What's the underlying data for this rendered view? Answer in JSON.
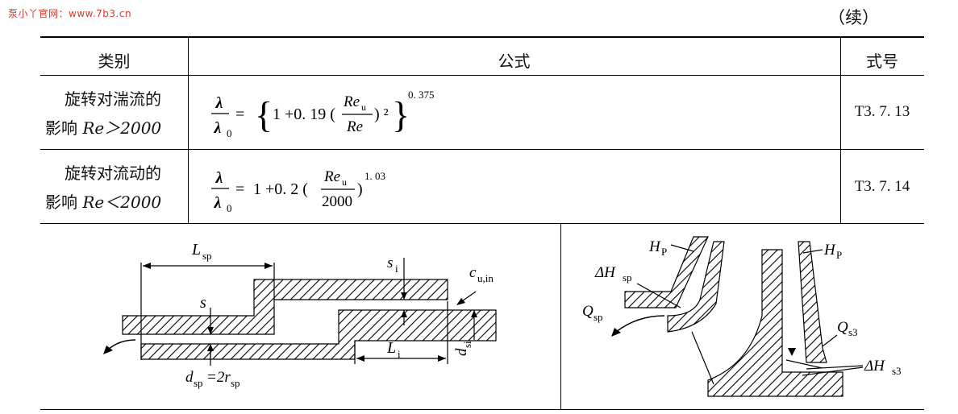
{
  "watermark": "泵小丫官网：www.7b3.cn",
  "continued": "（续）",
  "table": {
    "headers": {
      "category": "类别",
      "formula": "公式",
      "eq_no": "式号"
    },
    "rows": [
      {
        "category_line1": "旋转对湍流的",
        "category_line2_text": "影响",
        "category_line2_cond": "Re＞2000",
        "eq_no": "T3. 7. 13"
      },
      {
        "category_line1": "旋转对流动的",
        "category_line2_text": "影响",
        "category_line2_cond": "Re＜2000",
        "eq_no": "T3. 7. 14"
      }
    ]
  },
  "formulas": {
    "f1": {
      "lambda": "λ",
      "lambda0": "λ",
      "sub0": "0",
      "eq": "=",
      "brace_open": "{",
      "term": "1 +0. 19 (",
      "re_num": "Re",
      "re_num_sub": "u",
      "re_den": "Re",
      "power2": ") ²",
      "brace_close": "}",
      "exp": "0. 375"
    },
    "f2": {
      "lambda": "λ",
      "lambda0": "λ",
      "sub0": "0",
      "eq": "=",
      "term": "1 +0. 2 (",
      "re_num": "Re",
      "re_num_sub": "u",
      "den": "2000",
      "close": ")",
      "exp": "1. 03"
    }
  },
  "figure_left": {
    "L_sp": "L",
    "L_sp_sub": "sp",
    "s": "s",
    "s_i": "s",
    "s_i_sub": "i",
    "c_uin": "c",
    "c_uin_sub": "u,in",
    "L_i": "L",
    "L_i_sub": "i",
    "d_si": "d",
    "d_si_sub": "si",
    "d_sp": "d",
    "d_sp_sub": "sp",
    "eq2r": "=2r",
    "r_sp_sub": "sp"
  },
  "figure_right": {
    "Hp_left": "H",
    "Hp_left_sub": "P",
    "Hp_right": "H",
    "Hp_right_sub": "P",
    "dH_sp": "ΔH",
    "dH_sp_sub": "sp",
    "Q_sp": "Q",
    "Q_sp_sub": "sp",
    "Q_s3": "Q",
    "Q_s3_sub": "s3",
    "dH_s3": "ΔH",
    "dH_s3_sub": "s3"
  }
}
